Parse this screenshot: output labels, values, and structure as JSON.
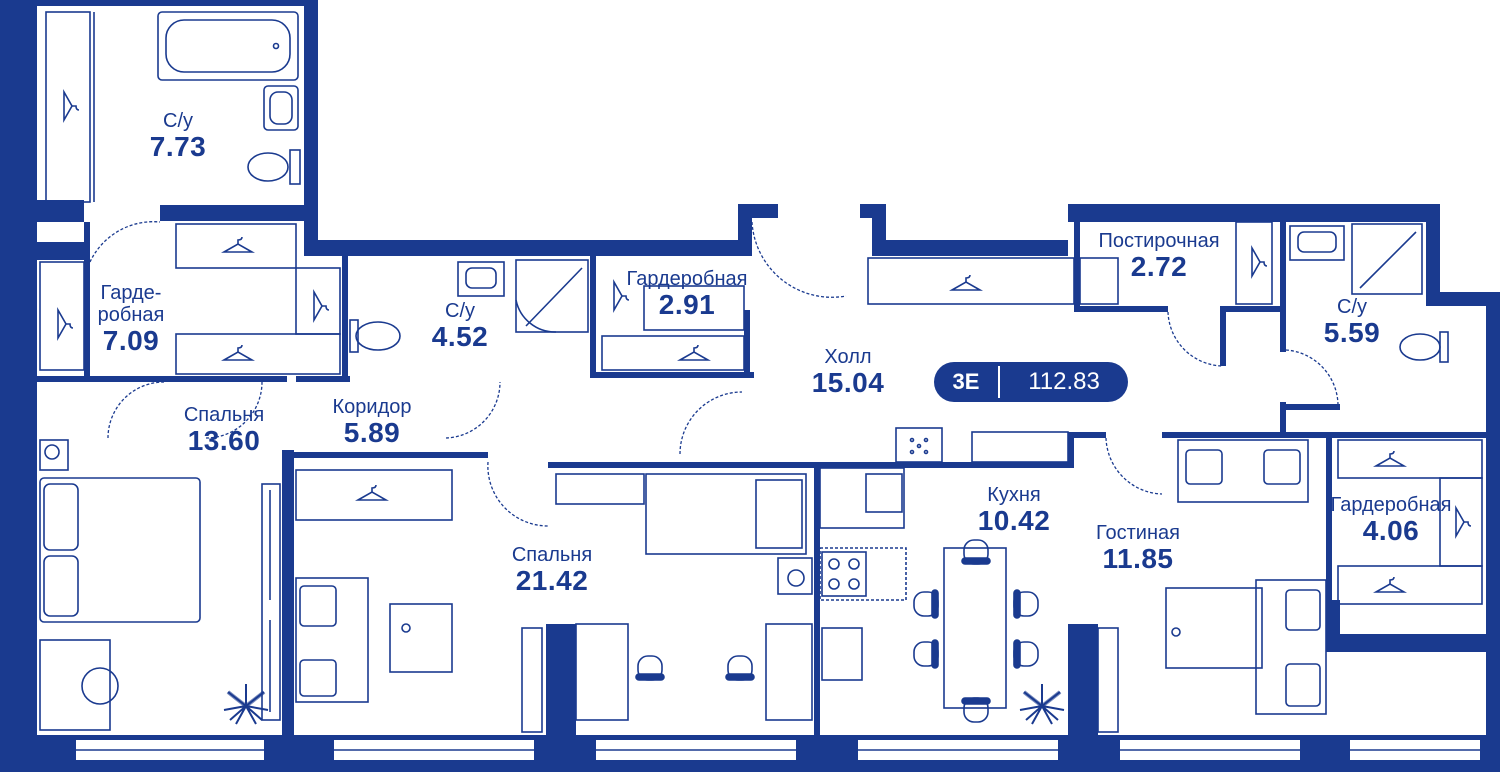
{
  "apartment": {
    "type": "3E",
    "total_area": "112.83"
  },
  "colors": {
    "wall": "#1a3a8f",
    "line": "#1a3a8f",
    "background": "#ffffff"
  },
  "rooms": [
    {
      "id": "bath-1",
      "name": "С/у",
      "area": "7.73"
    },
    {
      "id": "wardrobe-1",
      "name": "Гарде-\nробная",
      "area": "7.09"
    },
    {
      "id": "bath-2",
      "name": "С/у",
      "area": "4.52"
    },
    {
      "id": "wardrobe-2",
      "name": "Гардеробная",
      "area": "2.91"
    },
    {
      "id": "hall",
      "name": "Холл",
      "area": "15.04"
    },
    {
      "id": "laundry",
      "name": "Постирочная",
      "area": "2.72"
    },
    {
      "id": "bath-3",
      "name": "С/у",
      "area": "5.59"
    },
    {
      "id": "bedroom-1",
      "name": "Спальня",
      "area": "13.60"
    },
    {
      "id": "corridor",
      "name": "Коридор",
      "area": "5.89"
    },
    {
      "id": "kitchen",
      "name": "Кухня",
      "area": "10.42"
    },
    {
      "id": "living",
      "name": "Гостиная",
      "area": "11.85"
    },
    {
      "id": "wardrobe-3",
      "name": "Гардеробная",
      "area": "4.06"
    },
    {
      "id": "bedroom-2",
      "name": "Спальня",
      "area": "21.42"
    }
  ],
  "icons": [
    "bathtub-icon",
    "sink-icon",
    "toilet-icon",
    "shower-icon",
    "hanger-icon",
    "bed-icon",
    "armchair-icon",
    "table-icon",
    "plant-icon",
    "stove-icon",
    "washing-machine-icon",
    "sofa-icon",
    "desk-icon",
    "chair-icon",
    "fridge-icon",
    "dining-table-icon"
  ]
}
